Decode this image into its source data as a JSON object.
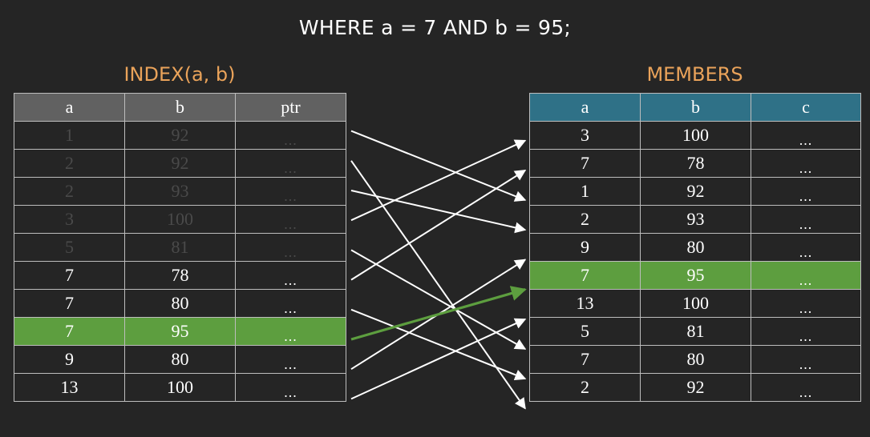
{
  "query": "WHERE a = 7 AND b = 95;",
  "index_table": {
    "title": "INDEX(a, b)",
    "headers": [
      "a",
      "b",
      "ptr"
    ],
    "rows": [
      {
        "a": "1",
        "b": "92",
        "ptr": "...",
        "state": "dim"
      },
      {
        "a": "2",
        "b": "92",
        "ptr": "...",
        "state": "dim"
      },
      {
        "a": "2",
        "b": "93",
        "ptr": "...",
        "state": "dim"
      },
      {
        "a": "3",
        "b": "100",
        "ptr": "...",
        "state": "dim"
      },
      {
        "a": "5",
        "b": "81",
        "ptr": "...",
        "state": "dim"
      },
      {
        "a": "7",
        "b": "78",
        "ptr": "...",
        "state": "normal"
      },
      {
        "a": "7",
        "b": "80",
        "ptr": "...",
        "state": "normal"
      },
      {
        "a": "7",
        "b": "95",
        "ptr": "...",
        "state": "highlight"
      },
      {
        "a": "9",
        "b": "80",
        "ptr": "...",
        "state": "normal"
      },
      {
        "a": "13",
        "b": "100",
        "ptr": "...",
        "state": "normal"
      }
    ]
  },
  "members_table": {
    "title": "MEMBERS",
    "headers": [
      "a",
      "b",
      "c"
    ],
    "rows": [
      {
        "a": "3",
        "b": "100",
        "c": "...",
        "state": "normal"
      },
      {
        "a": "7",
        "b": "78",
        "c": "...",
        "state": "normal"
      },
      {
        "a": "1",
        "b": "92",
        "c": "...",
        "state": "normal"
      },
      {
        "a": "2",
        "b": "93",
        "c": "...",
        "state": "normal"
      },
      {
        "a": "9",
        "b": "80",
        "c": "...",
        "state": "normal"
      },
      {
        "a": "7",
        "b": "95",
        "c": "...",
        "state": "highlight"
      },
      {
        "a": "13",
        "b": "100",
        "c": "...",
        "state": "normal"
      },
      {
        "a": "5",
        "b": "81",
        "c": "...",
        "state": "normal"
      },
      {
        "a": "7",
        "b": "80",
        "c": "...",
        "state": "normal"
      },
      {
        "a": "2",
        "b": "92",
        "c": "...",
        "state": "normal"
      }
    ]
  },
  "pointers": [
    {
      "from_row": 0,
      "to_row": 2,
      "highlight": false
    },
    {
      "from_row": 1,
      "to_row": 9,
      "highlight": false
    },
    {
      "from_row": 2,
      "to_row": 3,
      "highlight": false
    },
    {
      "from_row": 3,
      "to_row": 0,
      "highlight": false
    },
    {
      "from_row": 4,
      "to_row": 7,
      "highlight": false
    },
    {
      "from_row": 5,
      "to_row": 1,
      "highlight": false
    },
    {
      "from_row": 6,
      "to_row": 8,
      "highlight": false
    },
    {
      "from_row": 7,
      "to_row": 5,
      "highlight": true
    },
    {
      "from_row": 8,
      "to_row": 4,
      "highlight": false
    },
    {
      "from_row": 9,
      "to_row": 6,
      "highlight": false
    }
  ],
  "colors": {
    "background": "#252525",
    "index_header": "#616161",
    "members_header": "#2f7187",
    "highlight": "#5d9e3f",
    "highlight_arrow": "#5d9e3f",
    "arrow": "#ffffff",
    "title": "#eaa35a",
    "dim_text": "#4a4a4a"
  }
}
